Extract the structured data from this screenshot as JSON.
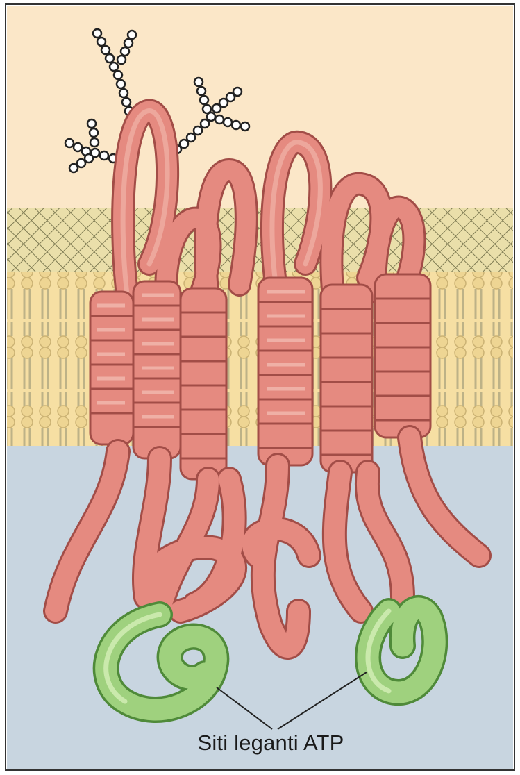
{
  "diagram": {
    "label": "Siti leganti ATP",
    "colors": {
      "extracellular": "#fbe7c8",
      "cytoplasm": "#c8d5e0",
      "membrane_heads": "#e9dfa6",
      "membrane_tails": "#f3d99a",
      "protein": "#e58a80",
      "protein_outline": "#a24d47",
      "atp_domain": "#9fd17e",
      "atp_outline": "#4f8a39"
    },
    "icons": [
      "glycan-chain",
      "transmembrane-helix",
      "atp-binding-domain"
    ]
  }
}
